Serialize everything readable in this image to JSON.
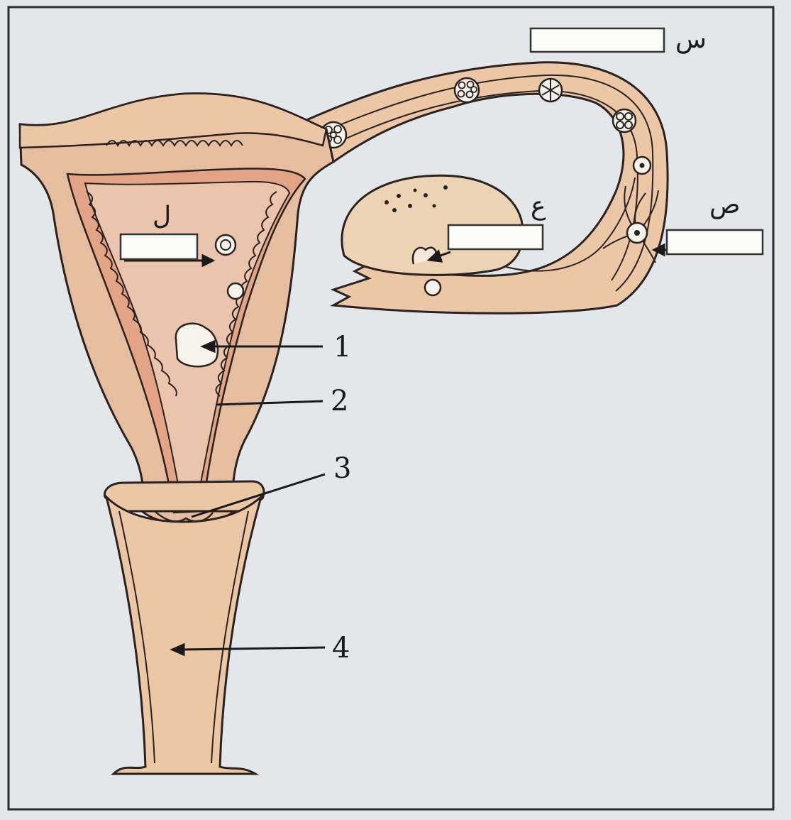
{
  "figure": {
    "letter_labels": {
      "s": "س",
      "l": "ل",
      "ain": "ع",
      "sad": "ص"
    },
    "number_labels": {
      "n1": "1",
      "n2": "2",
      "n3": "3",
      "n4": "4"
    },
    "colors": {
      "background": "#e3e6e8",
      "tissue": "#ecc7a6",
      "uterus_lining": "#e9b49a",
      "endometrium": "#e59b7f",
      "outline": "#2a2220",
      "answer_box": "#fbfbf8"
    }
  }
}
